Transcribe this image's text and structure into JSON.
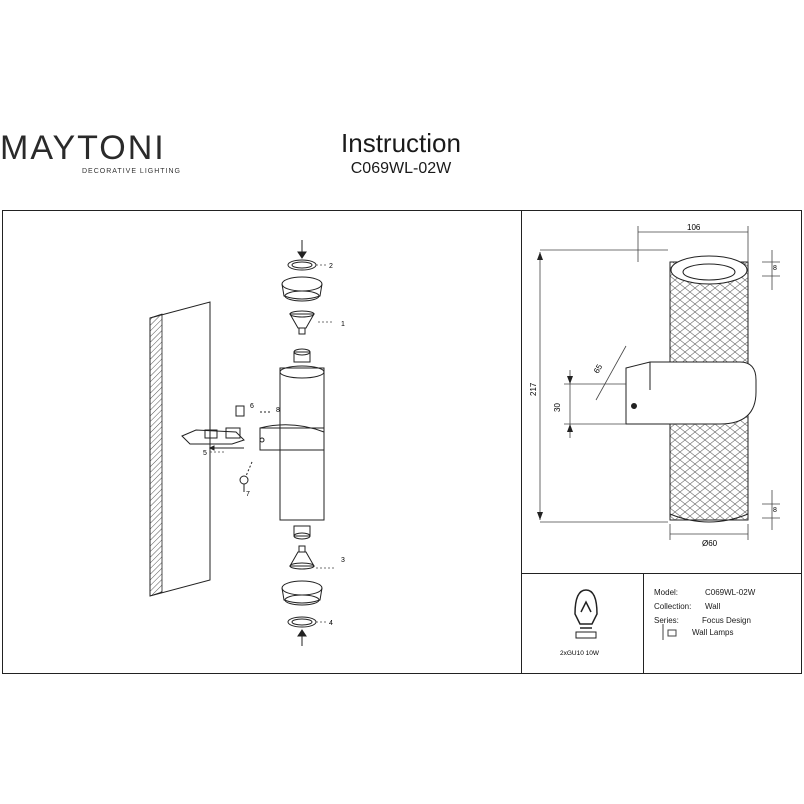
{
  "header": {
    "brand_name": "MAYTONI",
    "brand_tagline": "DECORATIVE LIGHTING",
    "title": "Instruction",
    "model_code": "C069WL-02W"
  },
  "assembly": {
    "callouts": [
      "1",
      "2",
      "3",
      "4",
      "5",
      "6",
      "7",
      "8"
    ]
  },
  "dimensions": {
    "width": "106",
    "height": "217",
    "bracket_height": "30",
    "bracket_depth": "65",
    "top_inset": "8",
    "bottom_inset": "8",
    "diameter": "Ø60"
  },
  "bulb": {
    "label": "2xGU10 10W"
  },
  "specs": {
    "model_label": "Model:",
    "model_value": "C069WL-02W",
    "collection_label": "Collection:",
    "collection_value": "Wall",
    "series_label": "Series:",
    "series_value": "Focus Design",
    "type_value": "Wall Lamps"
  },
  "colors": {
    "line": "#222222",
    "brand_accent": "#8b2a6a"
  }
}
